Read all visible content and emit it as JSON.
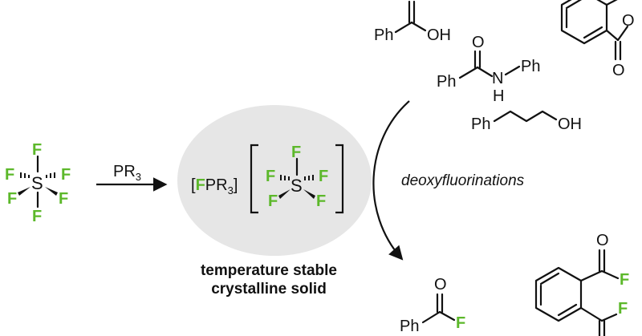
{
  "colors": {
    "fluorine": "#5cb82a",
    "ink": "#111111",
    "ellipse": "#e6e6e6"
  },
  "reagents": {
    "sf6_s": "S",
    "sf6_f": "F",
    "reaction_reagent": "PR",
    "reaction_reagent_sub": "3"
  },
  "salt": {
    "cation_open": "[",
    "cation_f": "F",
    "cation_p": "PR",
    "cation_sub": "3",
    "cation_close": "]",
    "anion_s": "S",
    "anion_f": "F",
    "label_line1": "temperature stable",
    "label_line2": "crystalline solid"
  },
  "process": {
    "label": "deoxyfluorinations"
  },
  "substrates": {
    "ph": "Ph",
    "oh": "OH",
    "n": "N",
    "h": "H",
    "o": "O"
  },
  "products": {
    "ph": "Ph",
    "o": "O",
    "f": "F"
  }
}
